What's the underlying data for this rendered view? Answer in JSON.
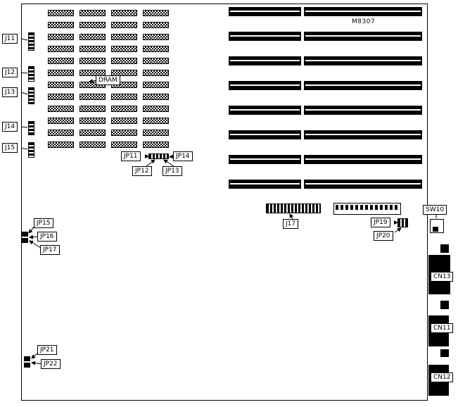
{
  "board": {
    "model": "M8307",
    "line_color": "#000000",
    "background": "#ffffff"
  },
  "dram_array": {
    "rows": 12,
    "columns": 4,
    "label": "DRAM"
  },
  "expansion_slots": {
    "rows": 8,
    "columns": 2
  },
  "connectors": {
    "j11": "J11",
    "j12": "J12",
    "j13": "J13",
    "j14": "J14",
    "j15": "J15",
    "jp11": "JP11",
    "jp12": "JP12",
    "jp13": "JP13",
    "jp14": "JP14",
    "jp15": "JP15",
    "jp16": "JP16",
    "jp17": "JP17",
    "j17": "J17",
    "jp19": "JP19",
    "jp20": "JP20",
    "jp21": "JP21",
    "jp22": "JP22",
    "sw10": "SW10",
    "cn11": "CN11",
    "cn12": "CN12",
    "cn13": "CN13"
  }
}
